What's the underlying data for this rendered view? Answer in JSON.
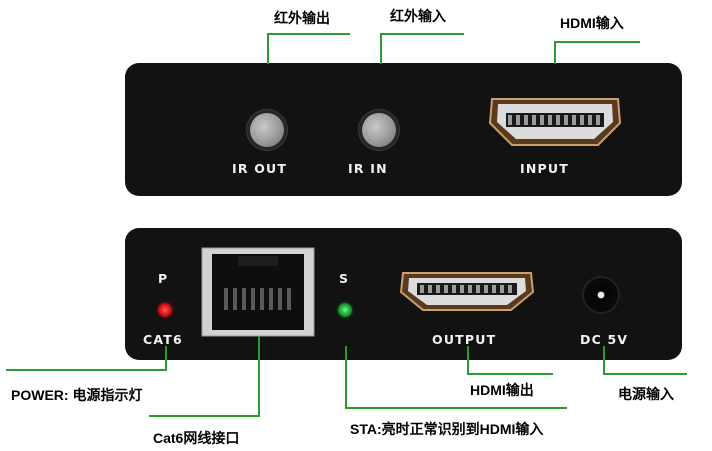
{
  "top_panel": {
    "labels": {
      "ir_out": "IR OUT",
      "ir_in": "IR IN",
      "input": "INPUT"
    }
  },
  "bottom_panel": {
    "labels": {
      "p": "P",
      "cat6": "CAT6",
      "s": "S",
      "output": "OUTPUT",
      "dc": "DC 5V"
    }
  },
  "callouts": {
    "ir_out": "红外输出",
    "ir_in": "红外输入",
    "hdmi_in": "HDMI输入",
    "power": "POWER: 电源指示灯",
    "cat6": "Cat6网线接口",
    "sta": "STA:亮时正常识别到HDMI输入",
    "hdmi_out": "HDMI输出",
    "dc_in": "电源输入"
  },
  "colors": {
    "panel": "#121212",
    "leader_line": "#2e9b2e",
    "power_led": "#e01818",
    "status_led": "#1fb23a"
  },
  "icons": {
    "ir_jack": "round-jack-icon",
    "hdmi": "hdmi-port-icon",
    "rj45": "rj45-port-icon",
    "dc": "dc-barrel-jack-icon"
  }
}
